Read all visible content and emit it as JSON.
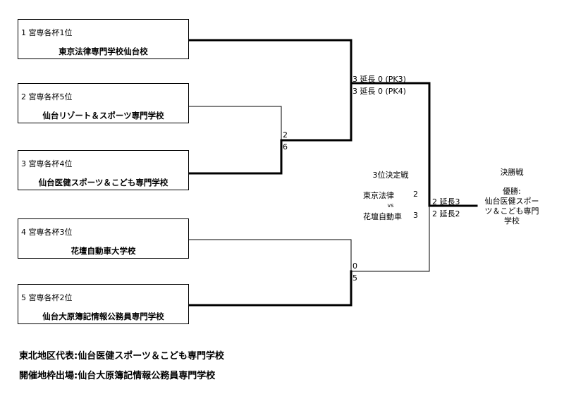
{
  "teams": [
    {
      "seed": "1  宮専各杯1位",
      "name": "東京法律専門学校仙台校"
    },
    {
      "seed": "2  宮専各杯5位",
      "name": "仙台リゾート＆スポーツ専門学校"
    },
    {
      "seed": "3  宮専各杯4位",
      "name": "仙台医健スポーツ＆こども専門学校"
    },
    {
      "seed": "4  宮専各杯3位",
      "name": "花壇自動車大学校"
    },
    {
      "seed": "5  宮専各杯2位",
      "name": "仙台大原簿記情報公務員専門学校"
    }
  ],
  "scores": {
    "r1_top": "2",
    "r1_bottom": "6",
    "sf1_top": "3  延長  0  (PK3)",
    "sf1_bottom": "3  延長  0  (PK4)",
    "sf2_top": "0",
    "sf2_bottom": "5",
    "final_top": "2  延長3",
    "final_bottom": "2  延長2"
  },
  "third_place": {
    "title": "3位決定戦",
    "team1": "東京法律",
    "score1": "2",
    "vs": "vs",
    "team2": "花壇自動車",
    "score2": "3"
  },
  "final": {
    "title": "決勝戦",
    "winner_label": "優勝:",
    "winner_line1": "仙台医健スポー",
    "winner_line2": "ツ＆こども専門",
    "winner_line3": "学校"
  },
  "footer": {
    "representative": "東北地区代表:仙台医健スポーツ＆こども専門学校",
    "host": "開催地枠出場:仙台大原簿記情報公務員専門学校"
  }
}
